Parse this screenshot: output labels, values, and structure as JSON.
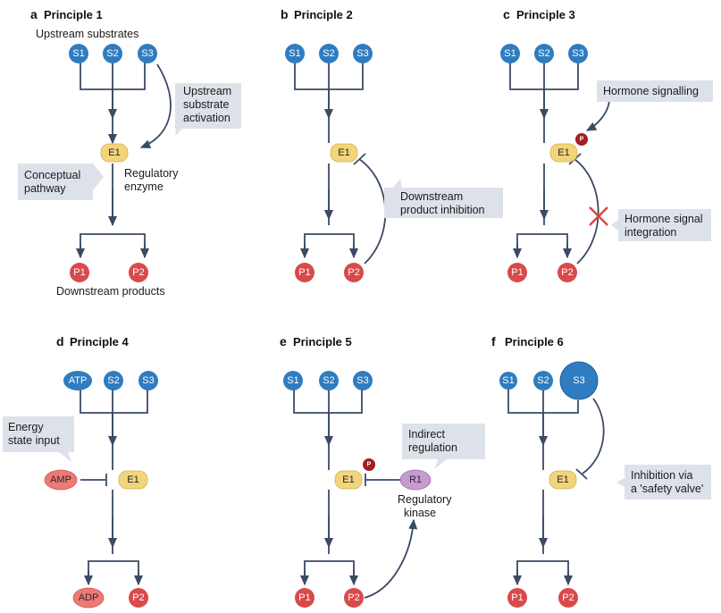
{
  "panels": {
    "a": {
      "letter": "a",
      "title": "Principle 1"
    },
    "b": {
      "letter": "b",
      "title": "Principle 2"
    },
    "c": {
      "letter": "c",
      "title": "Principle 3"
    },
    "d": {
      "letter": "d",
      "title": "Principle 4"
    },
    "e": {
      "letter": "e",
      "title": "Principle 5"
    },
    "f": {
      "letter": "f",
      "title": "Principle 6"
    }
  },
  "nodes": {
    "s1": "S1",
    "s2": "S2",
    "s3": "S3",
    "e1": "E1",
    "p1": "P1",
    "p2": "P2",
    "atp": "ATP",
    "adp": "ADP",
    "amp": "AMP",
    "r1": "R1",
    "phospho": "P"
  },
  "labels": {
    "upstream_substrates": "Upstream substrates",
    "downstream_products": "Downstream products",
    "regulatory_enzyme": [
      "Regulatory",
      "enzyme"
    ],
    "regulatory_kinase": [
      "Regulatory",
      "kinase"
    ]
  },
  "callouts": {
    "upstream_activation": [
      "Upstream",
      "substrate",
      "activation"
    ],
    "conceptual_pathway": [
      "Conceptual",
      "pathway"
    ],
    "downstream_inhibition": [
      "Downstream",
      "product inhibition"
    ],
    "hormone_signalling": [
      "Hormone signalling"
    ],
    "hormone_integration": [
      "Hormone signal",
      "integration"
    ],
    "energy_state": [
      "Energy",
      "state input"
    ],
    "indirect_regulation": [
      "Indirect",
      "regulation"
    ],
    "safety_valve": [
      "Inhibition via",
      "a 'safety valve'"
    ]
  },
  "colors": {
    "substrate": "#2f7cc0",
    "enzyme": "#f2d57a",
    "product": "#d94a4a",
    "amp": "#ee7a74",
    "kinase": "#c59bd0",
    "phospho": "#a61d24",
    "callout": "#dde2ea",
    "line": "#3b4a66",
    "cross": "#e0453b"
  }
}
